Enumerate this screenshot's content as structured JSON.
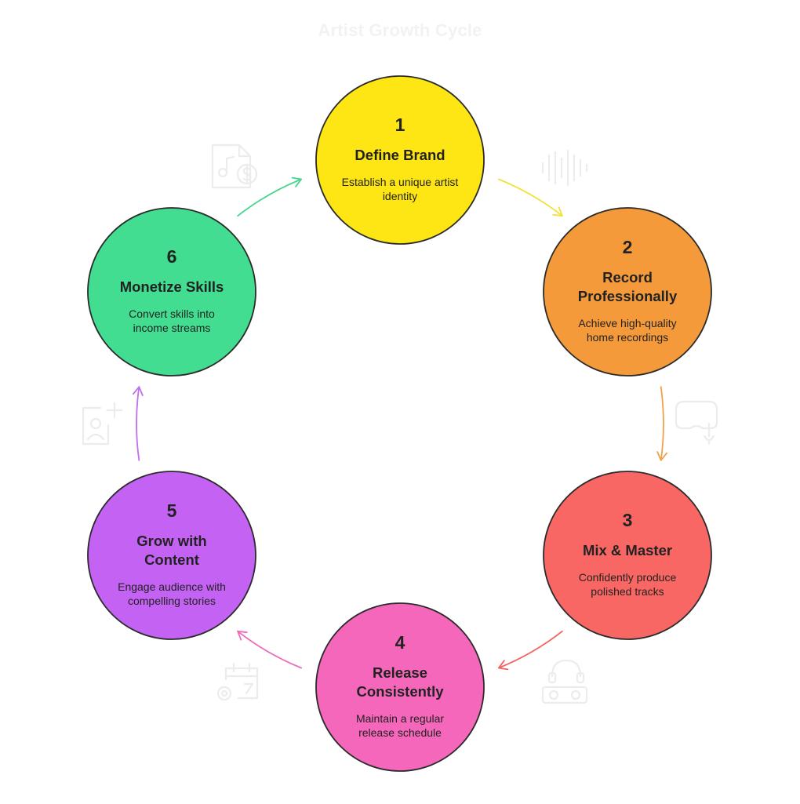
{
  "title": "Artist Growth Cycle",
  "nodes": [
    {
      "number": "1",
      "title_lines": [
        "Define Brand"
      ],
      "desc_lines": [
        "Establish a unique artist",
        "identity"
      ],
      "color": "#FDE613"
    },
    {
      "number": "2",
      "title_lines": [
        "Record",
        "Professionally"
      ],
      "desc_lines": [
        "Achieve high-quality",
        "home recordings"
      ],
      "color": "#F59A3A"
    },
    {
      "number": "3",
      "title_lines": [
        "Mix & Master"
      ],
      "desc_lines": [
        "Confidently produce",
        "polished tracks"
      ],
      "color": "#F96764"
    },
    {
      "number": "4",
      "title_lines": [
        "Release",
        "Consistently"
      ],
      "desc_lines": [
        "Maintain a regular",
        "release schedule"
      ],
      "color": "#F467BA"
    },
    {
      "number": "5",
      "title_lines": [
        "Grow with",
        "Content"
      ],
      "desc_lines": [
        "Engage audience with",
        "compelling stories"
      ],
      "color": "#C462F3"
    },
    {
      "number": "6",
      "title_lines": [
        "Monetize Skills"
      ],
      "desc_lines": [
        "Convert skills into",
        "income streams"
      ],
      "color": "#42DD90"
    }
  ],
  "arrow_colors": [
    "#F1E23A",
    "#F1A14A",
    "#F2625E",
    "#EF6AB7",
    "#BF6FEF",
    "#45D690"
  ],
  "icons": [
    "music-money-file-icon",
    "waveform-icon",
    "vr-headset-mic-icon",
    "dj-headphones-icon",
    "calendar-gear-icon",
    "user-add-icon"
  ]
}
